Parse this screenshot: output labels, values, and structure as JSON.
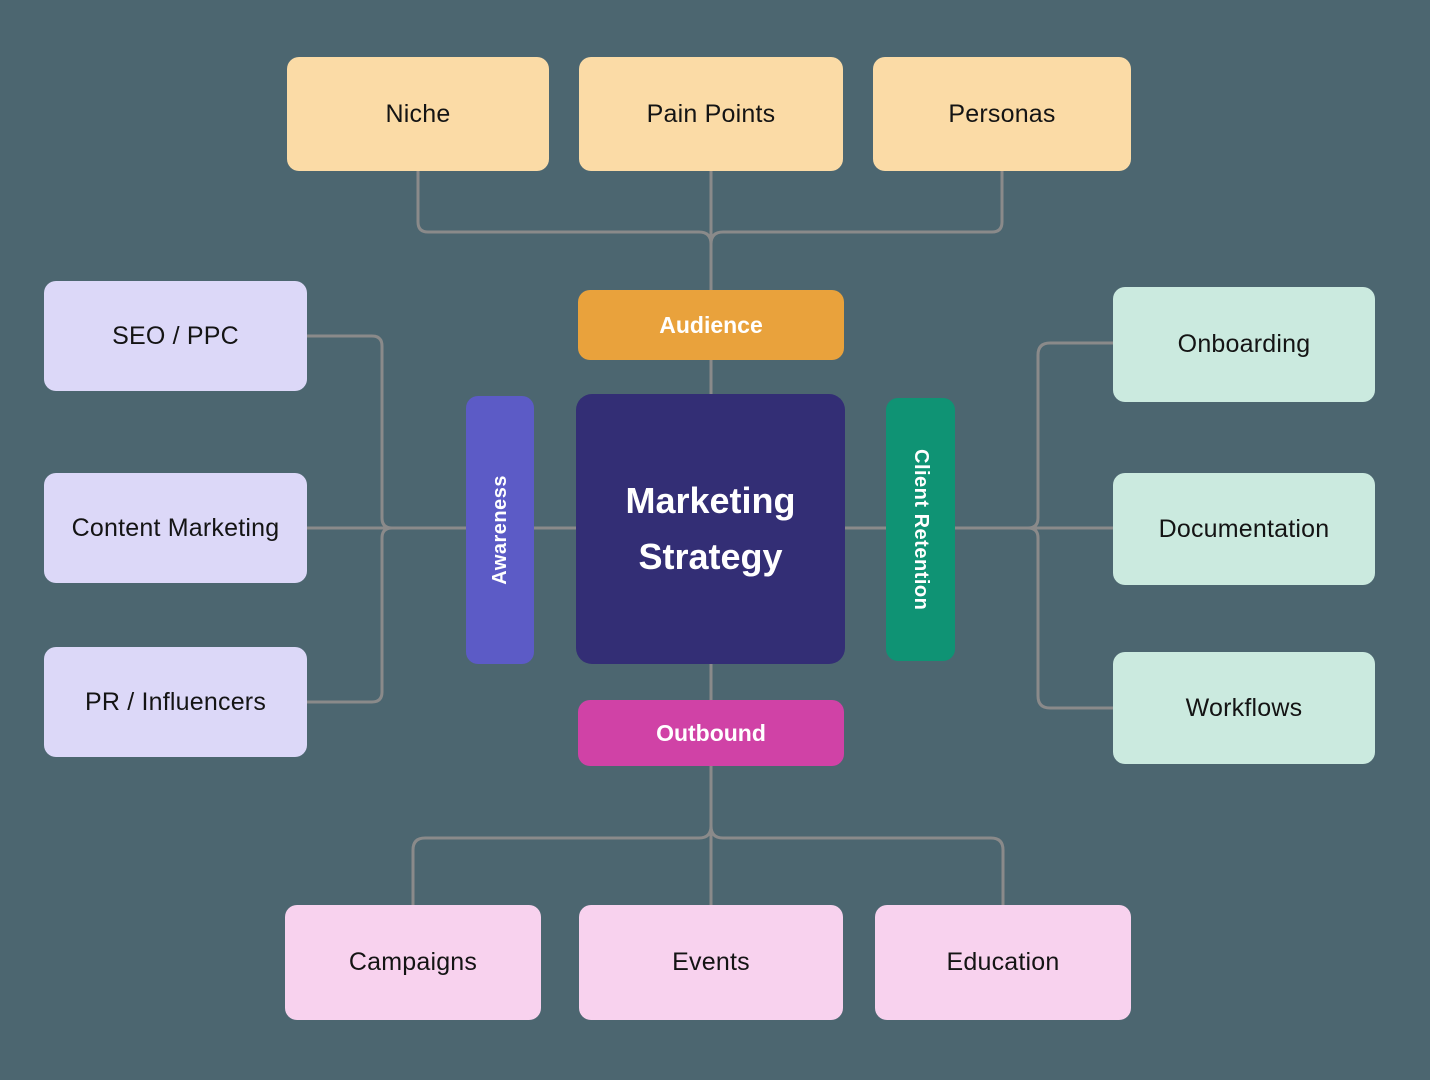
{
  "diagram": {
    "title": "Marketing Strategy mind map",
    "bg_color": "#4C6670",
    "connector_color": "#8A8A8A",
    "center": {
      "label": "Marketing Strategy",
      "bg": "#332E75",
      "fg": "#FFFFFF"
    },
    "branches": {
      "audience": {
        "label": "Audience",
        "bg": "#E9A23C",
        "fg": "#FFFFFF",
        "child_bg": "#FBDBA6",
        "child_fg": "#141414",
        "children": {
          "niche": "Niche",
          "pain_points": "Pain Points",
          "personas": "Personas"
        }
      },
      "awareness": {
        "label": "Awareness",
        "bg": "#5C5BC6",
        "fg": "#FFFFFF",
        "child_bg": "#DCD8F8",
        "child_fg": "#141414",
        "children": {
          "seo_ppc": "SEO / PPC",
          "content_marketing": "Content Marketing",
          "pr_influencers": "PR / Influencers"
        }
      },
      "client_retention": {
        "label": "Client Retention",
        "bg": "#0F9374",
        "fg": "#FFFFFF",
        "child_bg": "#CBEADF",
        "child_fg": "#141414",
        "children": {
          "onboarding": "Onboarding",
          "documentation": "Documentation",
          "workflows": "Workflows"
        }
      },
      "outbound": {
        "label": "Outbound",
        "bg": "#D042A6",
        "fg": "#FFFFFF",
        "child_bg": "#F8D2EE",
        "child_fg": "#141414",
        "children": {
          "campaigns": "Campaigns",
          "events": "Events",
          "education": "Education"
        }
      }
    }
  }
}
